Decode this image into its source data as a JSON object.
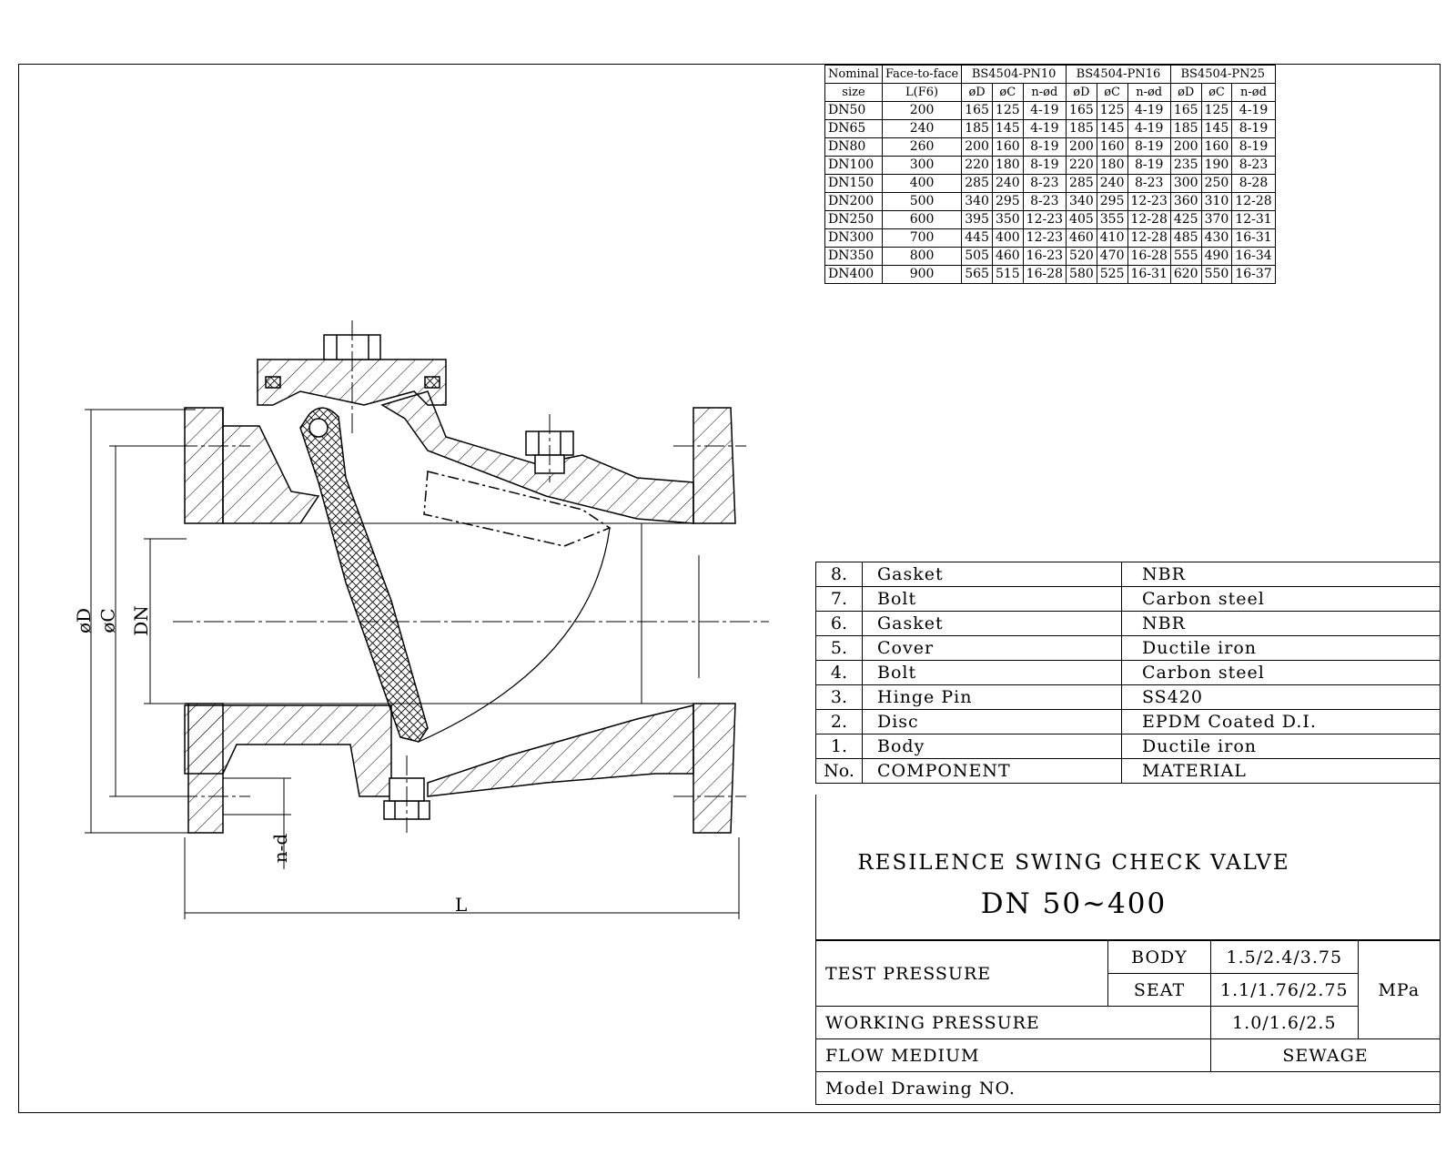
{
  "flange_table": {
    "headers": {
      "nominal": "Nominal",
      "size": "size",
      "face_to_face": "Face-to-face",
      "length": "L(F6)",
      "standards": [
        "BS4504-PN10",
        "BS4504-PN16",
        "BS4504-PN25"
      ],
      "sub": [
        "øD",
        "øC",
        "n-ød"
      ]
    },
    "rows": [
      [
        "DN50",
        "200",
        "165",
        "125",
        "4-19",
        "165",
        "125",
        "4-19",
        "165",
        "125",
        "4-19"
      ],
      [
        "DN65",
        "240",
        "185",
        "145",
        "4-19",
        "185",
        "145",
        "4-19",
        "185",
        "145",
        "8-19"
      ],
      [
        "DN80",
        "260",
        "200",
        "160",
        "8-19",
        "200",
        "160",
        "8-19",
        "200",
        "160",
        "8-19"
      ],
      [
        "DN100",
        "300",
        "220",
        "180",
        "8-19",
        "220",
        "180",
        "8-19",
        "235",
        "190",
        "8-23"
      ],
      [
        "DN150",
        "400",
        "285",
        "240",
        "8-23",
        "285",
        "240",
        "8-23",
        "300",
        "250",
        "8-28"
      ],
      [
        "DN200",
        "500",
        "340",
        "295",
        "8-23",
        "340",
        "295",
        "12-23",
        "360",
        "310",
        "12-28"
      ],
      [
        "DN250",
        "600",
        "395",
        "350",
        "12-23",
        "405",
        "355",
        "12-28",
        "425",
        "370",
        "12-31"
      ],
      [
        "DN300",
        "700",
        "445",
        "400",
        "12-23",
        "460",
        "410",
        "12-28",
        "485",
        "430",
        "16-31"
      ],
      [
        "DN350",
        "800",
        "505",
        "460",
        "16-23",
        "520",
        "470",
        "16-28",
        "555",
        "490",
        "16-34"
      ],
      [
        "DN400",
        "900",
        "565",
        "515",
        "16-28",
        "580",
        "525",
        "16-31",
        "620",
        "550",
        "16-37"
      ]
    ]
  },
  "parts": {
    "rows": [
      {
        "no": "8.",
        "component": "Gasket",
        "material": "NBR"
      },
      {
        "no": "7.",
        "component": "Bolt",
        "material": "Carbon steel"
      },
      {
        "no": "6.",
        "component": "Gasket",
        "material": "NBR"
      },
      {
        "no": "5.",
        "component": "Cover",
        "material": "Ductile iron"
      },
      {
        "no": "4.",
        "component": "Bolt",
        "material": "Carbon steel"
      },
      {
        "no": "3.",
        "component": "Hinge Pin",
        "material": "SS420"
      },
      {
        "no": "2.",
        "component": "Disc",
        "material": "EPDM Coated D.I."
      },
      {
        "no": "1.",
        "component": "Body",
        "material": "Ductile iron"
      }
    ],
    "header": {
      "no": "No.",
      "component": "COMPONENT",
      "material": "MATERIAL"
    }
  },
  "title": {
    "line1": "RESILENCE SWING CHECK VALVE",
    "line2": "DN 50~400"
  },
  "pressure": {
    "test_label": "TEST PRESSURE",
    "body_label": "BODY",
    "body_value": "1.5/2.4/3.75",
    "seat_label": "SEAT",
    "seat_value": "1.1/1.76/2.75",
    "unit": "MPa",
    "working_label": "WORKING PRESSURE",
    "working_value": "1.0/1.6/2.5",
    "medium_label": "FLOW MEDIUM",
    "medium_value": "SEWAGE",
    "drawing_label": "Model Drawing NO."
  },
  "drawing_labels": {
    "od": "øD",
    "oc": "øC",
    "dn": "DN",
    "nd": "n-d",
    "l": "L"
  }
}
